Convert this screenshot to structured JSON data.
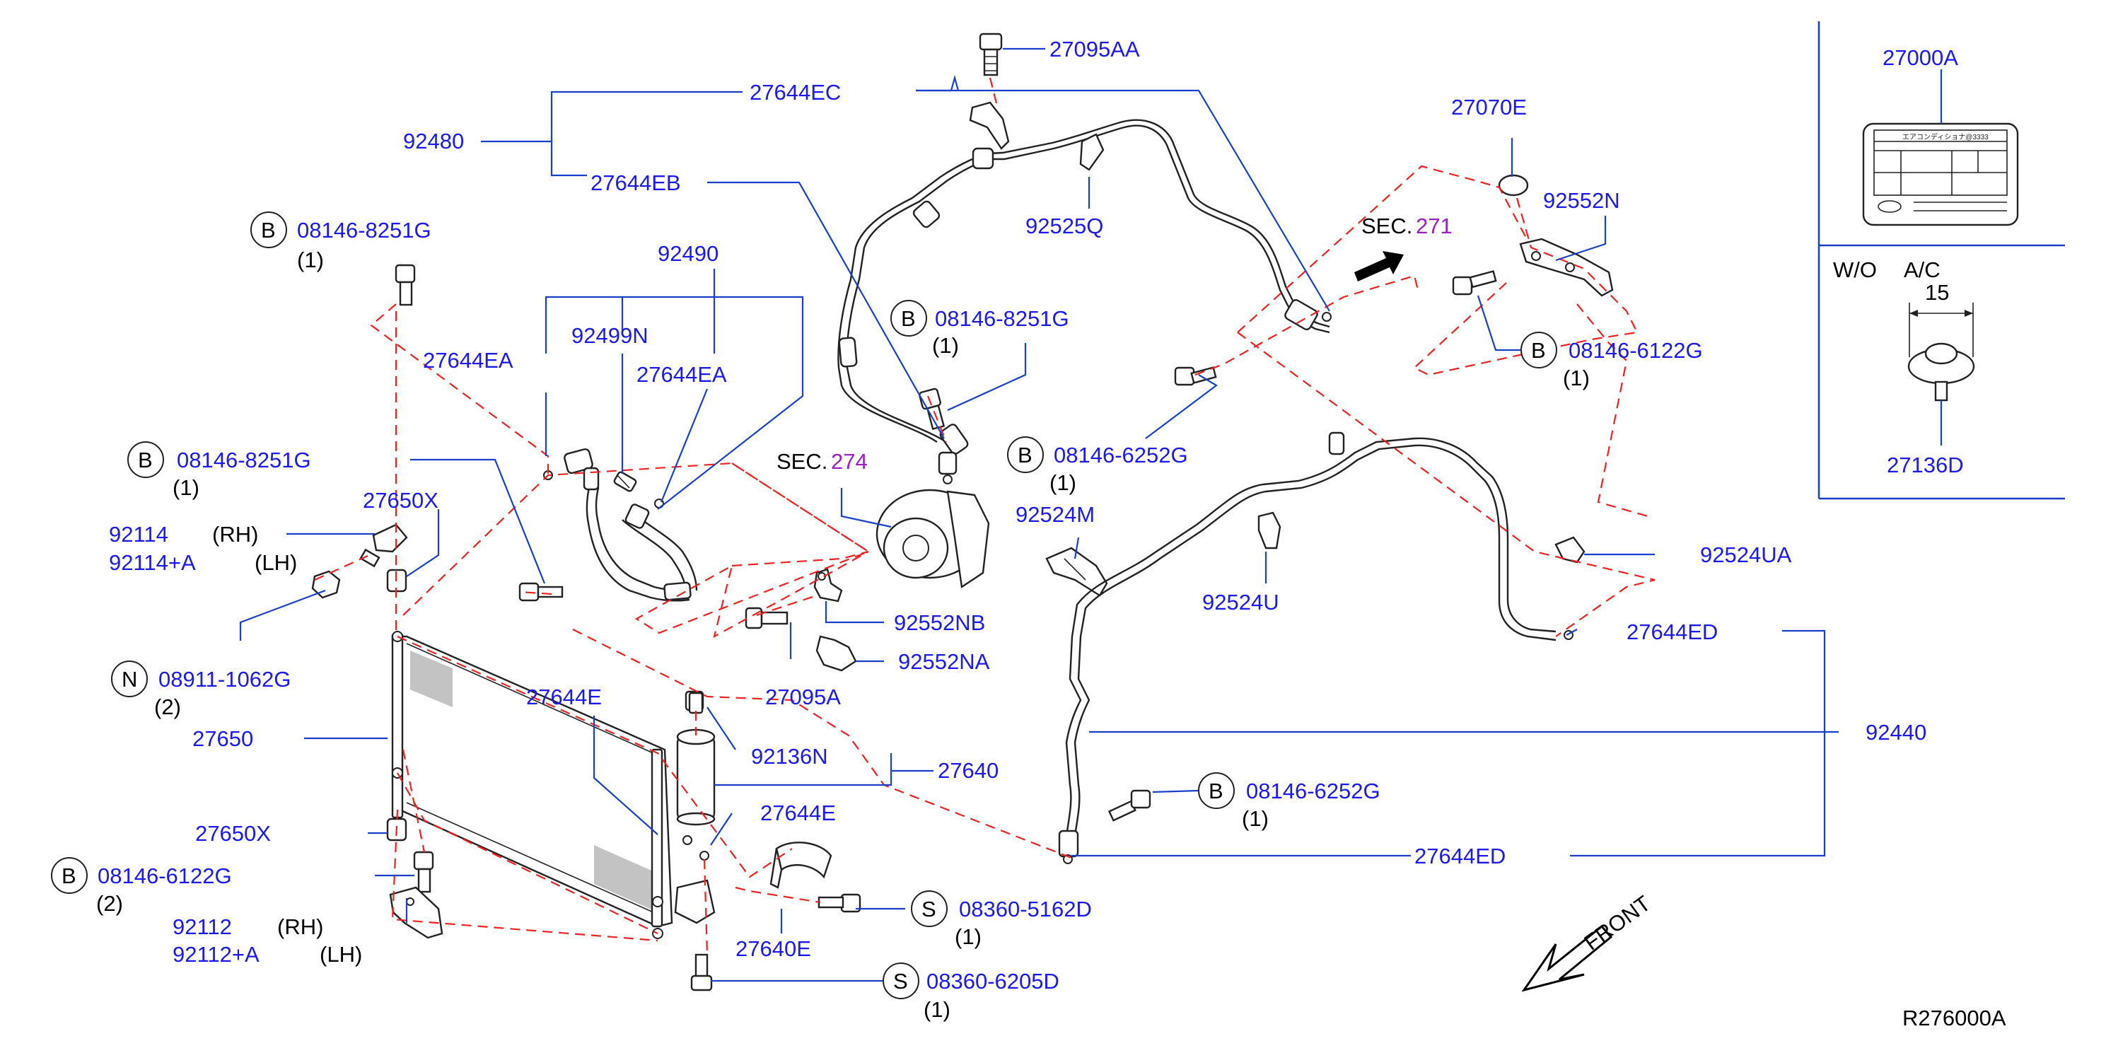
{
  "diagram_code": "R276000A",
  "labels": {
    "p27095AA": "27095AA",
    "p27644EC": "27644EC",
    "p92480": "92480",
    "p27644EB": "27644EB",
    "p92525Q": "92525Q",
    "p27070E": "27070E",
    "p92552N": "92552N",
    "p27000A": "27000A",
    "wo": "W/O",
    "ac": "A/C",
    "dim15": "15",
    "p27136D": "27136D",
    "b_8251_top": "08146-8251G",
    "q1_a": "(1)",
    "p92490": "92490",
    "p92499N": "92499N",
    "p27644EA_left": "27644EA",
    "p27644EA_right": "27644EA",
    "b_8251_mid": "08146-8251G",
    "q1_b": "(1)",
    "b_8251_left": "08146-8251G",
    "q1_c": "(1)",
    "p27650X_top": "27650X",
    "p92114": "92114",
    "rh1": "(RH)",
    "p92114A": "92114+A",
    "lh1": "(LH)",
    "sec274_prefix": "SEC.",
    "sec274_num": "274",
    "sec271_prefix": "SEC.",
    "sec271_num": "271",
    "b_6252_top": "08146-6252G",
    "q1_d": "(1)",
    "b_6122_right": "08146-6122G",
    "q1_e": "(1)",
    "p92524M": "92524M",
    "p92524U": "92524U",
    "p92524UA": "92524UA",
    "p27644ED_top": "27644ED",
    "p92552NB": "92552NB",
    "p27095A": "27095A",
    "p92552NA": "92552NA",
    "n_1062": "08911-1062G",
    "q2_a": "(2)",
    "p27650": "27650",
    "p27644E_top": "27644E",
    "p92136N": "92136N",
    "p27640": "27640",
    "p92440": "92440",
    "p27644E_bot": "27644E",
    "b_6252_bot": "08146-6252G",
    "q1_f": "(1)",
    "p27644ED_bot": "27644ED",
    "p27650X_bot": "27650X",
    "b_6122_left": "08146-6122G",
    "q2_b": "(2)",
    "p92112": "92112",
    "rh2": "(RH)",
    "p92112A": "92112+A",
    "lh2": "(LH)",
    "p27640E": "27640E",
    "s_5162": "08360-5162D",
    "q1_g": "(1)",
    "s_6205": "08360-6205D",
    "q1_h": "(1)",
    "front": "FRONT",
    "badge_B": "B",
    "badge_N": "N",
    "badge_S": "S"
  },
  "inset_label_text": "エアコンディショナ@3333",
  "colors": {
    "part_number": "#1a1aee",
    "leader": "#1a3fc8",
    "dash": "#ee2222",
    "section": "#9a20c0"
  }
}
